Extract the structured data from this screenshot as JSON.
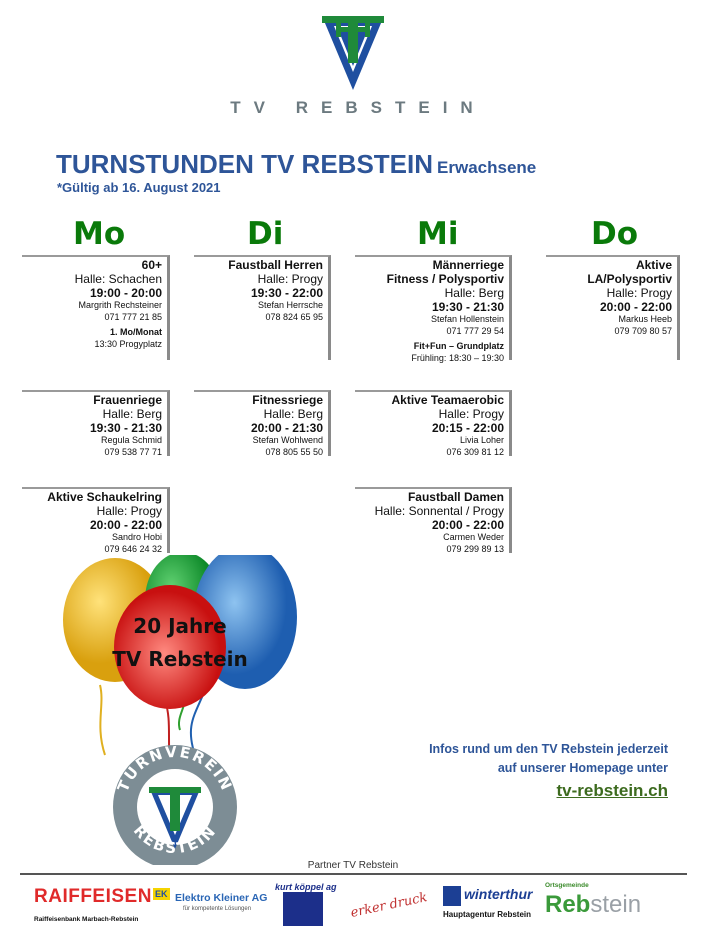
{
  "header": {
    "brand": "TV REBSTEIN",
    "title": "TURNSTUNDEN TV REBSTEIN",
    "title_suffix": "Erwachsene",
    "valid": "*Gültig ab 16. August 2021"
  },
  "days": [
    "Mo",
    "Di",
    "Mi",
    "Do"
  ],
  "cards": [
    {
      "day": "Mo",
      "lines": [
        {
          "c": "t",
          "v": "60+"
        },
        {
          "c": "r",
          "v": "Halle: Schachen"
        },
        {
          "c": "b",
          "v": "19:00 - 20:00"
        },
        {
          "c": "s",
          "v": "Margrith Rechsteiner"
        },
        {
          "c": "s",
          "v": "071 777 21 85"
        },
        {
          "c": "n",
          "v": "1. Mo/Monat"
        },
        {
          "c": "s",
          "v": "13:30 Progyplatz"
        }
      ]
    },
    {
      "day": "Di",
      "lines": [
        {
          "c": "t",
          "v": "Faustball Herren"
        },
        {
          "c": "r",
          "v": "Halle: Progy"
        },
        {
          "c": "b",
          "v": "19:30 - 22:00"
        },
        {
          "c": "s",
          "v": "Stefan Herrsche"
        },
        {
          "c": "s",
          "v": "078 824 65 95"
        }
      ]
    },
    {
      "day": "Mi",
      "lines": [
        {
          "c": "t",
          "v": "Männerriege"
        },
        {
          "c": "t",
          "v": "Fitness / Polysportiv"
        },
        {
          "c": "r",
          "v": "Halle: Berg"
        },
        {
          "c": "b",
          "v": "19:30 - 21:30"
        },
        {
          "c": "s",
          "v": "Stefan Hollenstein"
        },
        {
          "c": "s",
          "v": "071 777 29 54"
        },
        {
          "c": "n",
          "v": "Fit+Fun – Grundplatz"
        },
        {
          "c": "s",
          "v": "Frühling: 18:30 – 19:30"
        }
      ]
    },
    {
      "day": "Do",
      "lines": [
        {
          "c": "t",
          "v": "Aktive"
        },
        {
          "c": "t",
          "v": "LA/Polysportiv"
        },
        {
          "c": "r",
          "v": "Halle: Progy"
        },
        {
          "c": "b",
          "v": "20:00 - 22:00"
        },
        {
          "c": "s",
          "v": "Markus Heeb"
        },
        {
          "c": "s",
          "v": "079 709 80 57"
        }
      ]
    },
    {
      "day": "Mo",
      "lines": [
        {
          "c": "t",
          "v": "Frauenriege"
        },
        {
          "c": "r",
          "v": "Halle: Berg"
        },
        {
          "c": "b",
          "v": "19:30 - 21:30"
        },
        {
          "c": "s",
          "v": "Regula Schmid"
        },
        {
          "c": "s",
          "v": "079 538 77 71"
        }
      ]
    },
    {
      "day": "Di",
      "lines": [
        {
          "c": "t",
          "v": "Fitnessriege"
        },
        {
          "c": "r",
          "v": "Halle: Berg"
        },
        {
          "c": "b",
          "v": "20:00 - 21:30"
        },
        {
          "c": "s",
          "v": "Stefan Wohlwend"
        },
        {
          "c": "s",
          "v": "078 805 55 50"
        }
      ]
    },
    {
      "day": "Mi",
      "lines": [
        {
          "c": "t",
          "v": "Aktive Teamaerobic"
        },
        {
          "c": "r",
          "v": "Halle: Progy"
        },
        {
          "c": "b",
          "v": "20:15 - 22:00"
        },
        {
          "c": "s",
          "v": "Livia Loher"
        },
        {
          "c": "s",
          "v": "076 309 81 12"
        }
      ]
    },
    {
      "day": "Mo",
      "lines": [
        {
          "c": "t",
          "v": "Aktive Schaukelring"
        },
        {
          "c": "r",
          "v": "Halle: Progy"
        },
        {
          "c": "b",
          "v": "20:00 - 22:00"
        },
        {
          "c": "s",
          "v": "Sandro Hobi"
        },
        {
          "c": "s",
          "v": "079 646 24 32"
        }
      ]
    },
    {
      "day": "Mi",
      "lines": [
        {
          "c": "t",
          "v": "Faustball Damen"
        },
        {
          "c": "r",
          "v": "Halle: Sonnental / Progy"
        },
        {
          "c": "b",
          "v": "20:00 - 22:00"
        },
        {
          "c": "s",
          "v": "Carmen Weder"
        },
        {
          "c": "s",
          "v": "079 299 89 13"
        }
      ]
    }
  ],
  "balloons": {
    "line1": "20 Jahre",
    "line2": "TV Rebstein"
  },
  "badge": {
    "top": "TURNVEREIN",
    "bottom": "REBSTEIN"
  },
  "info": {
    "line1": "Infos rund um den TV Rebstein jederzeit",
    "line2": "auf unserer Homepage unter",
    "link": "tv-rebstein.ch"
  },
  "footer": {
    "partner_label": "Partner TV Rebstein",
    "sponsors": {
      "raiffeisen": "RAIFFEISEN",
      "raiffeisen_sub": "Raiffeisenbank Marbach-Rebstein",
      "ek": "EK",
      "elektro": "Elektro Kleiner AG",
      "elektro_sub": "für kompetente Lösungen",
      "koppel": "kurt köppel ag",
      "erker": "erker druck",
      "winterthur": "winterthur",
      "winterthur_sub": "Hauptagentur Rebstein",
      "gemeinde_label": "Ortsgemeinde",
      "gemeinde": "Reb",
      "gemeinde2": "stein"
    }
  },
  "colors": {
    "title": "#2e5598",
    "day": "#0a7a0a",
    "green": "#1f8a3a",
    "blue": "#1f4fa0"
  }
}
